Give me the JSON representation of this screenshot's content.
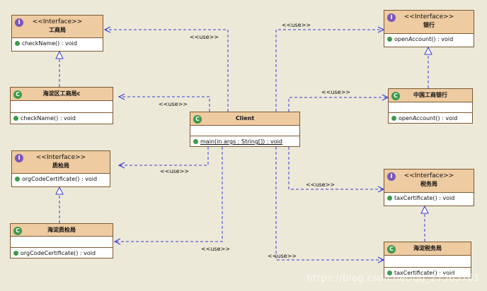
{
  "colors": {
    "header": "#eecba1",
    "border": "#7a5a33",
    "edge": "#3b3bd6",
    "background": "#ece9d8"
  },
  "stereotype": "<<Interface>>",
  "use_label": "<<use>>",
  "classes": {
    "gongshangju": {
      "name": "工商局",
      "ops": [
        "checkName() : void"
      ]
    },
    "haidian_gongshangju": {
      "name": "海淀区工商局c",
      "ops": [
        "checkName() : void"
      ]
    },
    "zhijianju": {
      "name": "质检局",
      "ops": [
        "orgCodeCertificate() : void"
      ]
    },
    "haidian_zhijianju": {
      "name": "海淀质检局",
      "ops": [
        "orgCodeCertificate() : void"
      ]
    },
    "client": {
      "name": "Client",
      "ops": [
        "main(in args : String[]) : void"
      ]
    },
    "yinhang": {
      "name": "银行",
      "ops": [
        "openAccount() : void"
      ]
    },
    "gongshang_yinhang": {
      "name": "中国工商银行",
      "ops": [
        "openAccount() : void"
      ]
    },
    "shuiwuju": {
      "name": "税务局",
      "ops": [
        "taxCertificate() : void"
      ]
    },
    "haidian_shuiwuju": {
      "name": "海淀税务局",
      "ops": [
        "taxCertificate() : void"
      ]
    }
  },
  "watermark": "https://blog.csdn.net/qq_27565761"
}
